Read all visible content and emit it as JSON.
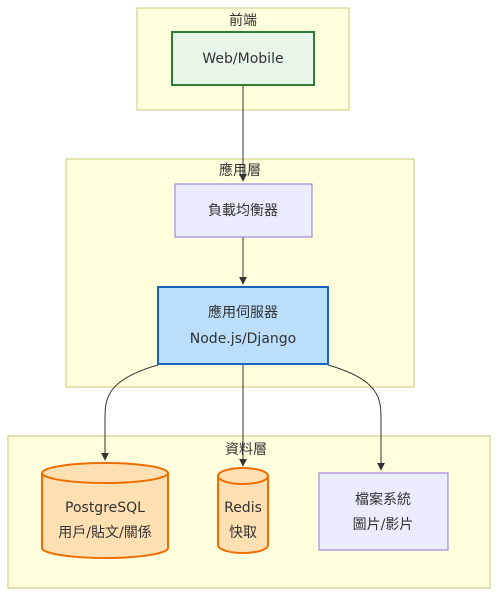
{
  "diagram": {
    "groups": {
      "frontend": {
        "label": "前端"
      },
      "app": {
        "label": "應用層"
      },
      "data": {
        "label": "資料層"
      }
    },
    "nodes": {
      "client": {
        "lines": [
          "Web/Mobile"
        ]
      },
      "lb": {
        "lines": [
          "負載均衡器"
        ]
      },
      "server": {
        "lines": [
          "應用伺服器",
          "Node.js/Django"
        ]
      },
      "postgres": {
        "lines": [
          "PostgreSQL",
          "用戶/貼文/關係"
        ]
      },
      "redis": {
        "lines": [
          "Redis",
          "快取"
        ]
      },
      "storage": {
        "lines": [
          "檔案系統",
          "圖片/影片"
        ]
      }
    },
    "edges": [
      {
        "from": "client",
        "to": "lb"
      },
      {
        "from": "lb",
        "to": "server"
      },
      {
        "from": "server",
        "to": "postgres"
      },
      {
        "from": "server",
        "to": "redis"
      },
      {
        "from": "server",
        "to": "storage"
      }
    ],
    "colors": {
      "group_fill": "#ffffde",
      "group_stroke": "#c9c97a",
      "client_fill": "#e8f5e9",
      "client_stroke": "#2e7d32",
      "node_fill": "#ececff",
      "node_stroke": "#9370db",
      "server_fill": "#bbdefb",
      "server_stroke": "#1565c0",
      "db_fill": "#ffe0b2",
      "db_stroke": "#ef6c00",
      "edge": "#333333"
    }
  }
}
